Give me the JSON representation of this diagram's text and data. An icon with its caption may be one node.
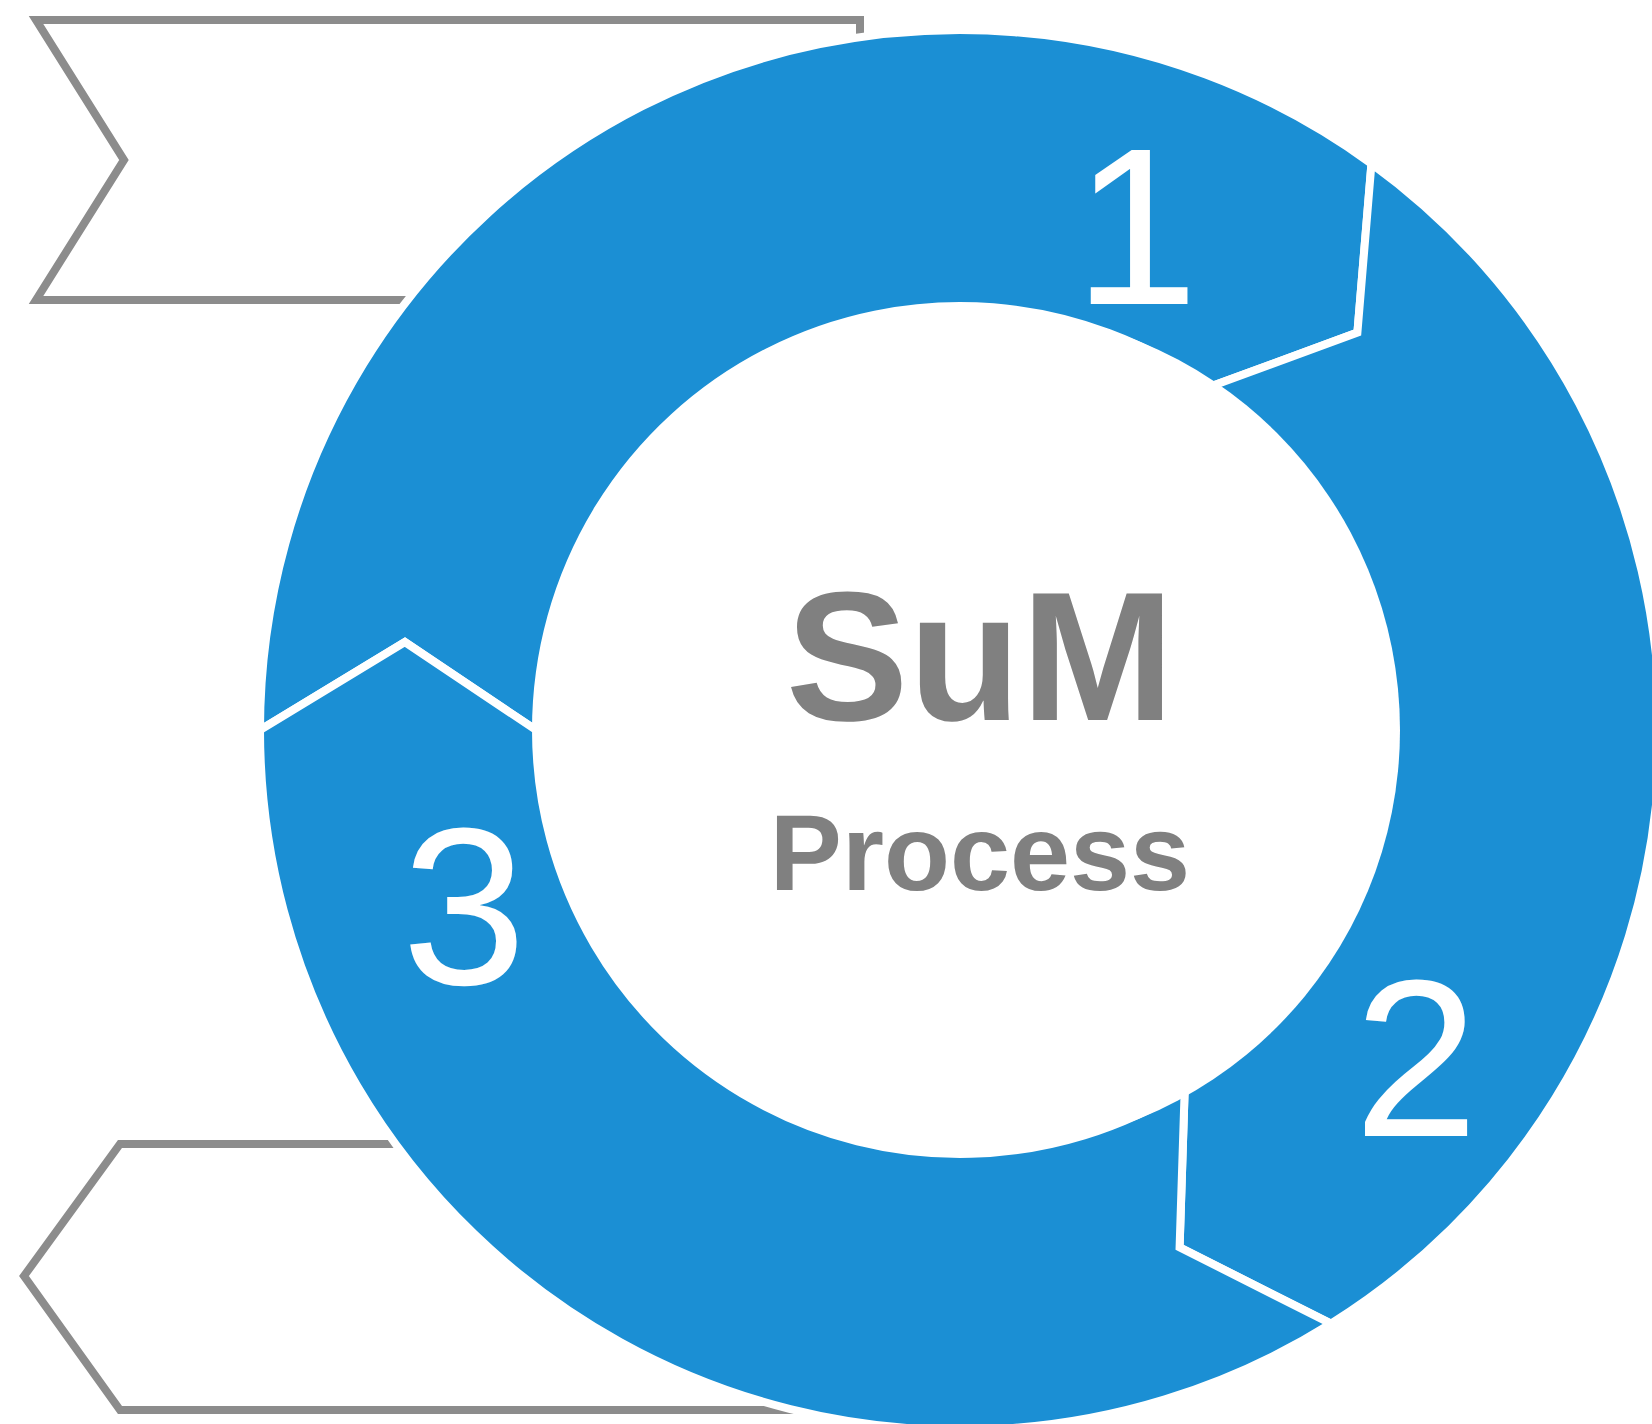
{
  "diagram": {
    "nodes": [
      {
        "text": [],
        "shape": "banner"
      },
      {
        "text": [
          "1"
        ]
      },
      {
        "text": [
          "SuM",
          "Process"
        ]
      },
      {
        "text": [
          "2"
        ]
      },
      {
        "text": [
          "3"
        ]
      },
      {
        "text": [],
        "shape": "banner"
      }
    ]
  }
}
